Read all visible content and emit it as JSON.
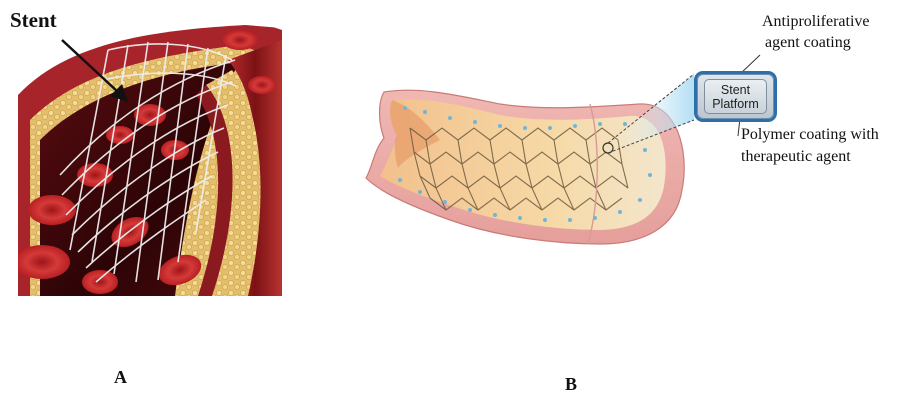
{
  "panel_a": {
    "callout": "Stent",
    "letter": "A"
  },
  "panel_b": {
    "letter": "B",
    "antiproliferative_label": [
      "Antiproliferative",
      "agent coating"
    ],
    "box_label": [
      "Stent",
      "Platform"
    ],
    "polymer_label": [
      "Polymer coating with",
      "therapeutic agent"
    ]
  },
  "colors": {
    "vessel_wall": "#9b1f24",
    "plaque": "#e6c57a",
    "blood_cell": "#c8272b",
    "lumen_dark": "#3b0608",
    "stent_mesh": "#e9e9e9",
    "box_border": "#2f6fa8"
  }
}
